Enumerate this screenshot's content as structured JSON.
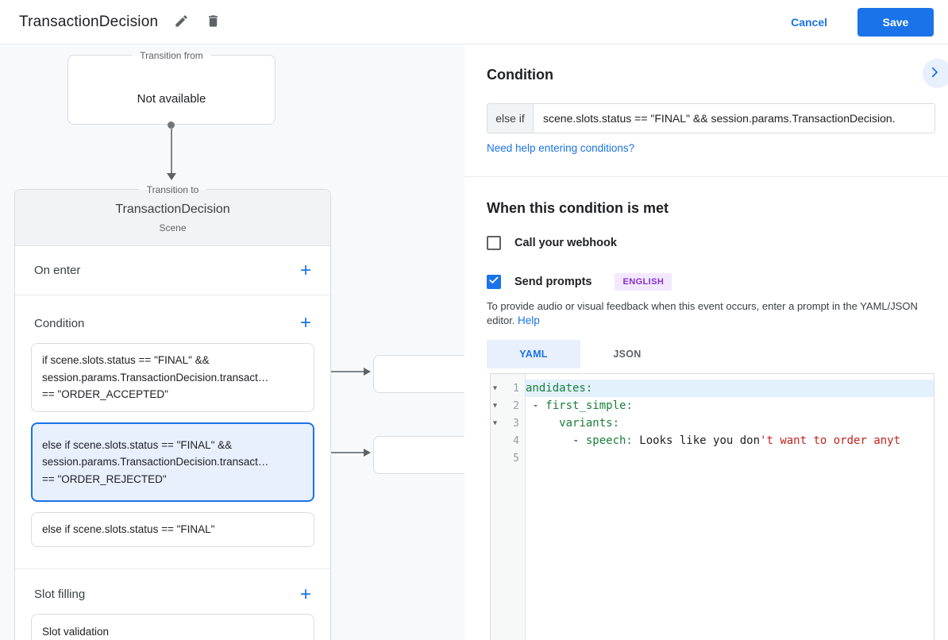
{
  "colors": {
    "accent": "#1a73e8",
    "accent_light": "#e8f0fe",
    "badge_purple": "#8430ce",
    "badge_purple_bg": "#f3e8fd",
    "yaml_key_green": "#188038",
    "yaml_error_red": "#c5221f",
    "pane_gray": "#f8f9fa"
  },
  "icons": {
    "plus": "+",
    "fold": "▾"
  },
  "header": {
    "title": "TransactionDecision",
    "cancel_label": "Cancel",
    "save_label": "Save"
  },
  "diagram": {
    "transition_from": {
      "legend": "Transition from",
      "value": "Not available"
    },
    "scene": {
      "legend": "Transition to",
      "title": "TransactionDecision",
      "subtitle": "Scene"
    },
    "sections": {
      "on_enter": "On enter",
      "condition": "Condition",
      "slot_filling": "Slot filling"
    },
    "conditions": [
      {
        "selected": false,
        "lines": [
          "if scene.slots.status == \"FINAL\" &&",
          "session.params.TransactionDecision.transact…",
          "== \"ORDER_ACCEPTED\""
        ]
      },
      {
        "selected": true,
        "lines": [
          "else if scene.slots.status == \"FINAL\" &&",
          "session.params.TransactionDecision.transact…",
          "== \"ORDER_REJECTED\""
        ]
      },
      {
        "selected": false,
        "lines": [
          "else if scene.slots.status == \"FINAL\""
        ]
      }
    ],
    "slot_items": [
      "Slot validation"
    ]
  },
  "panel": {
    "title": "Condition",
    "condition_input": {
      "prefix": "else if",
      "value": "scene.slots.status == \"FINAL\" && session.params.TransactionDecision."
    },
    "help_link": "Need help entering conditions?",
    "when_met": {
      "title": "When this condition is met",
      "webhook_label": "Call your webhook",
      "prompts_label": "Send prompts",
      "language_badge": "ENGLISH",
      "description": "To provide audio or visual feedback when this event occurs, enter a prompt in the YAML/JSON editor.",
      "help_label": "Help"
    },
    "editor": {
      "tabs": [
        {
          "label": "YAML",
          "active": true
        },
        {
          "label": "JSON",
          "active": false
        }
      ],
      "lines": [
        {
          "num": 1,
          "fold": true,
          "highlight": true,
          "segments": [
            {
              "c": "key",
              "t": "andidates:"
            }
          ]
        },
        {
          "num": 2,
          "fold": true,
          "segments": [
            {
              "c": "plain",
              "t": " - "
            },
            {
              "c": "key",
              "t": "first_simple:"
            }
          ]
        },
        {
          "num": 3,
          "fold": true,
          "segments": [
            {
              "c": "plain",
              "t": "     "
            },
            {
              "c": "key",
              "t": "variants:"
            }
          ]
        },
        {
          "num": 4,
          "fold": false,
          "segments": [
            {
              "c": "plain",
              "t": "       - "
            },
            {
              "c": "key",
              "t": "speech:"
            },
            {
              "c": "plain",
              "t": " Looks like you don"
            },
            {
              "c": "err",
              "t": "'t want to order anyt"
            }
          ]
        },
        {
          "num": 5,
          "fold": false,
          "segments": []
        }
      ]
    }
  }
}
